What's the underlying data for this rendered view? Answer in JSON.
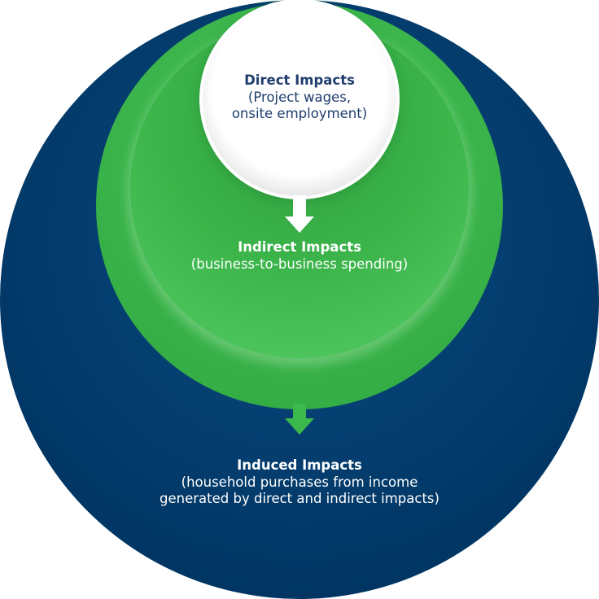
{
  "colors": {
    "navy": "#003a6b",
    "green": "#3cb94c",
    "green_inner": "#35a943",
    "white": "#ffffff",
    "direct_text": "#1f3e6e"
  },
  "diagram": {
    "direct": {
      "title": "Direct Impacts",
      "line1": "(Project wages,",
      "line2": "onsite employment)"
    },
    "indirect": {
      "title": "Indirect Impacts",
      "line1": "(business-to-business spending)"
    },
    "induced": {
      "title": "Induced Impacts",
      "line1": "(household purchases from income",
      "line2": "generated by direct and indirect impacts)"
    },
    "arrows": [
      "arrow-direct-to-indirect",
      "arrow-indirect-to-induced"
    ]
  }
}
